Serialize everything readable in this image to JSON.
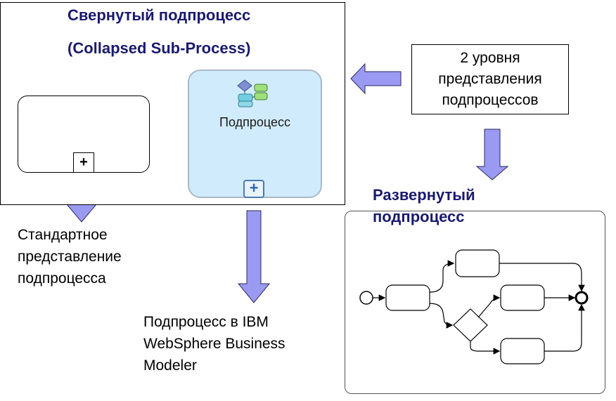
{
  "collapsed": {
    "title_line1": "Свернутый подпроцесс",
    "title_line2": "(Collapsed Sub-Process)",
    "standard_plus": "+",
    "wbm_label": "Подпроцесс",
    "wbm_plus": "+"
  },
  "levels": {
    "line1": "2 уровня",
    "line2": "представления",
    "line3": "подпроцессов"
  },
  "standard_caption": {
    "line1": "Стандартное",
    "line2": "представление",
    "line3": "подпроцесса"
  },
  "ibm_caption": {
    "line1": "Подпроцесс в IBM",
    "line2": "WebSphere Business",
    "line3": "Modeler"
  },
  "expanded": {
    "title_line1": "Развернутый",
    "title_line2": "подпроцесс"
  },
  "colors": {
    "arrow_fill": "#9a9af2",
    "arrow_stroke": "#2a2a5a",
    "title_color": "#1a1a6e",
    "wbm_fill": "#d0ebfb"
  }
}
